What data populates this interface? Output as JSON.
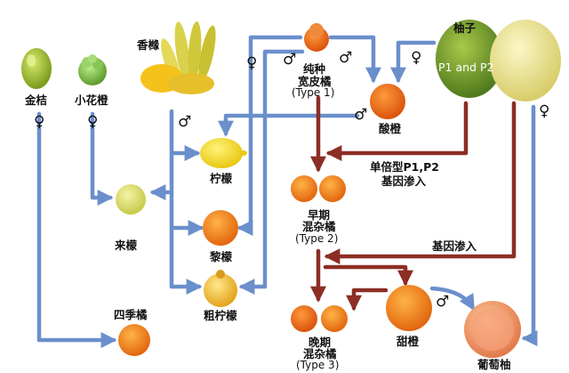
{
  "colors": {
    "blue_arrow": "#6b8fcc",
    "red_arrow": "#8c2e24"
  },
  "labels": {
    "kumquat": "金桔",
    "papeda": "小花橙",
    "citron": "香橼",
    "mandarin_line1": "纯种",
    "mandarin_line2": "宽皮橘",
    "mandarin_line3": "(Type 1)",
    "pummelo": "柚子",
    "pummelo_p": "P1 and P2",
    "sour_orange": "酸橙",
    "lemon": "柠檬",
    "haplotype_line1": "单倍型P1,P2",
    "haplotype_line2": "基因渗入",
    "early_line1": "早期",
    "early_line2": "混杂橘",
    "early_line3": "(Type 2)",
    "lime": "来檬",
    "limonia": "黎檬",
    "introgression": "基因渗入",
    "rough_lemon": "粗柠檬",
    "calamondin": "四季橘",
    "late_line1": "晚期",
    "late_line2": "混杂橘",
    "late_line3": "(Type 3)",
    "sweet_orange": "甜橙",
    "grapefruit": "葡萄柚"
  },
  "symbols": {
    "female": "♀",
    "male": "♂"
  }
}
